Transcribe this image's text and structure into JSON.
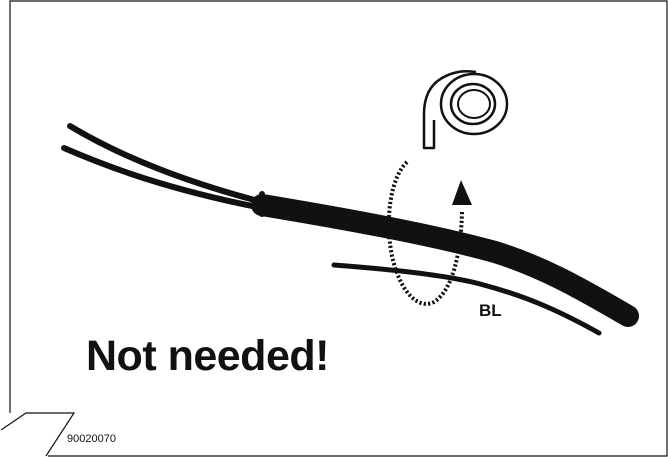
{
  "illustration": {
    "headline": "Not needed!",
    "wire_label": "BL",
    "figure_number": "90020070",
    "icons": [
      "tape-roll-icon",
      "wrap-rotation-arrow-icon"
    ],
    "colors": {
      "stroke": "#111111",
      "background": "#ffffff"
    }
  }
}
